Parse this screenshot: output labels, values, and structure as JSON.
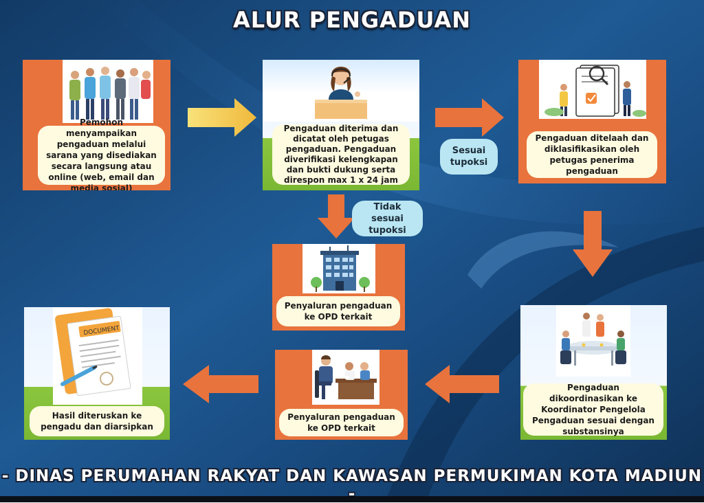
{
  "title": "ALUR PENGADUAN",
  "footer": "- DINAS PERUMAHAN RAKYAT DAN KAWASAN PERMUKIMAN KOTA MADIUN -",
  "colors": {
    "orange": "#e8733d",
    "caption_bg": "#fffbe0",
    "bubble_bg": "#b9e6f2",
    "background_dark": "#16406e",
    "arrow_yellow": "#f6d04d"
  },
  "steps": [
    {
      "id": "step-1",
      "text": "Pemohon menyampaikan pengaduan melalui sarana yang disediakan secara langsung atau online (web, email dan media sosial)",
      "icon": "people-group-icon"
    },
    {
      "id": "step-2",
      "text": "Pengaduan diterima dan dicatat oleh petugas pengaduan. Pengaduan diverifikasi kelengkapan dan bukti dukung serta direspon max 1 x 24 jam",
      "icon": "call-center-agent-icon"
    },
    {
      "id": "step-3",
      "text": "Pengaduan ditelaah dan diklasifikasikan oleh petugas penerima pengaduan",
      "icon": "document-review-icon"
    },
    {
      "id": "step-branch",
      "text": "Penyaluran pengaduan ke OPD terkait",
      "icon": "office-building-icon"
    },
    {
      "id": "step-4",
      "text": "Pengaduan dikoordinasikan ke Koordinator Pengelola Pengaduan sesuai dengan substansinya",
      "icon": "meeting-icon"
    },
    {
      "id": "step-5",
      "text": "Penyaluran pengaduan ke OPD terkait",
      "icon": "consultation-icon"
    },
    {
      "id": "step-6",
      "text": "Hasil diteruskan ke pengadu dan diarsipkan",
      "icon": "document-icon"
    }
  ],
  "labels": {
    "sesuai": "Sesuai tupoksi",
    "tidak_sesuai": "Tidak sesuai tupoksi",
    "document_word": "DOCUMENT"
  }
}
